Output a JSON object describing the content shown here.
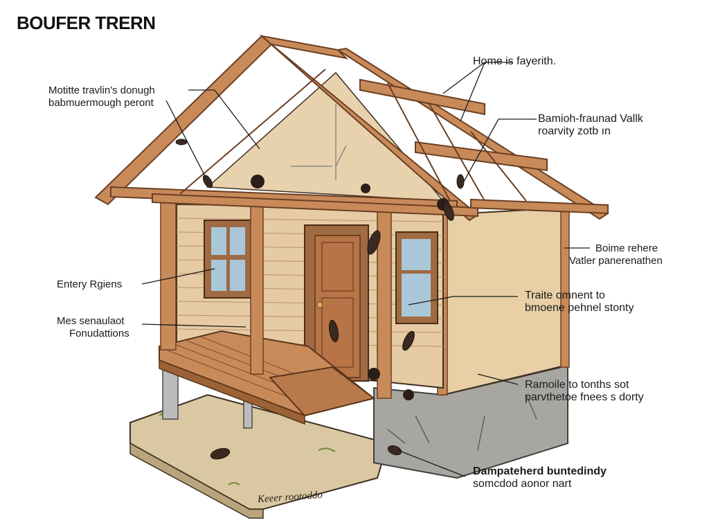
{
  "title": "BOUFER TRERN",
  "labels": {
    "moisture_1": "Motitte travlin's donugh",
    "moisture_2": "babmuermough peront",
    "home": "Home is fayerith.",
    "damage_1": "Bamioh-fraunad Vallk",
    "damage_2": "roarvity zotb ın",
    "entry": "Entery Rgiens",
    "found_1": "Mes senaulaot",
    "found_2": "Fonudattions",
    "boime_1": "Boime rehere",
    "boime_2": "Vatler panerenathen",
    "traite_1": "Traite omnent to",
    "traite_2": "bmoene pehnel stonty",
    "ramoile_1": "Ramoile to tonths sot",
    "ramoile_2": "parvthetoe fnees s dorty",
    "bottom_1": "Dampateherd buntedindy",
    "bottom_2": "somcdod aonor nart",
    "sign": "Keeer rootoddo"
  },
  "colors": {
    "wood": "#c98a5a",
    "wood_dark": "#8a5532",
    "siding": "#e6cba4",
    "panel": "#e8cfa6",
    "concrete": "#a8a6a0",
    "ground": "#d9c8a2",
    "termite": "#3a2a20"
  }
}
